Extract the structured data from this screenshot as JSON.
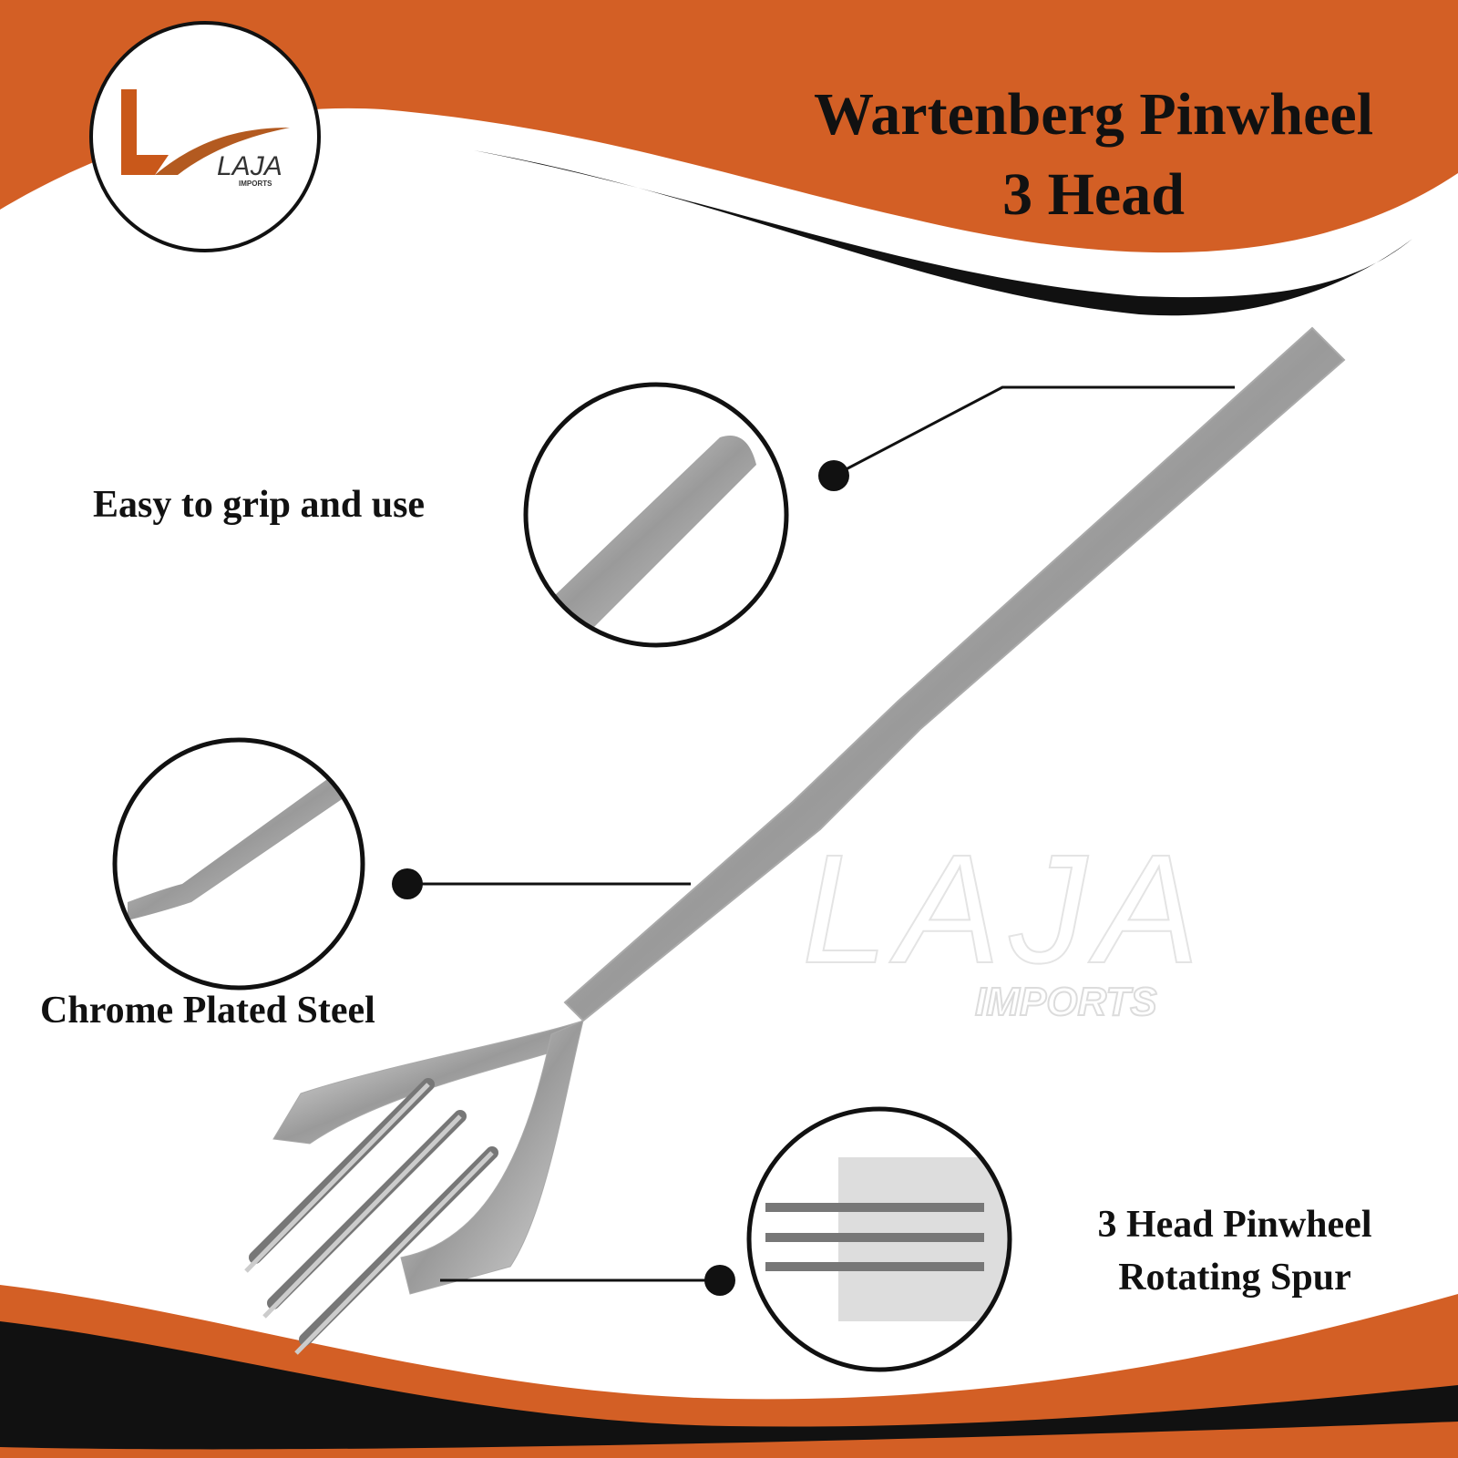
{
  "brand": {
    "name": "LAJA",
    "subtitle": "IMPORTS",
    "accent_color": "#D35F25"
  },
  "title": {
    "line1": "Wartenberg Pinwheel",
    "line2": "3 Head"
  },
  "features": [
    {
      "label": "Easy to grip and use"
    },
    {
      "label": "Chrome Plated Steel"
    },
    {
      "label_line1": "3 Head Pinwheel",
      "label_line2": "Rotating Spur"
    }
  ]
}
